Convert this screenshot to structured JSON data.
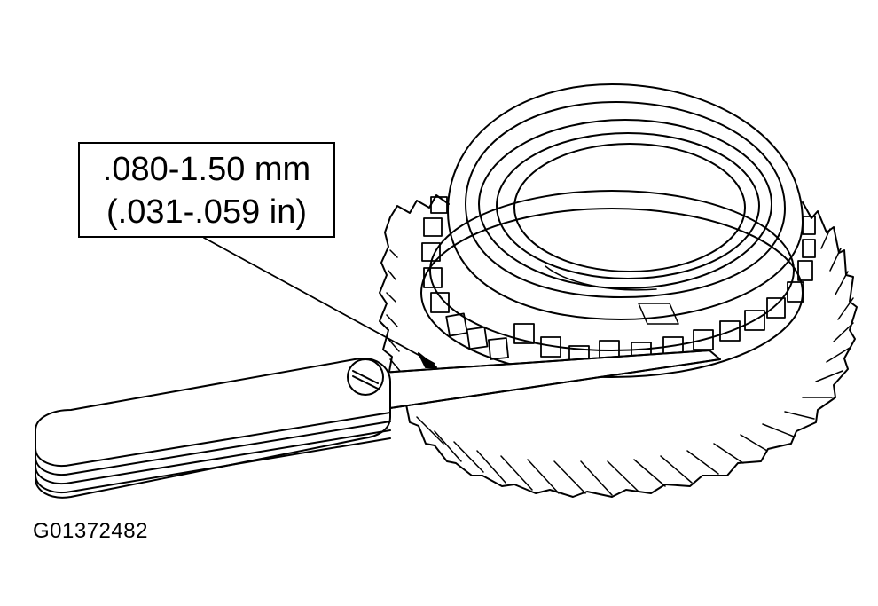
{
  "callout": {
    "line1": ".080-1.50 mm",
    "line2": "(.031-.059 in)"
  },
  "figure_id": "G01372482",
  "colors": {
    "ink": "#000000",
    "paper": "#ffffff"
  }
}
